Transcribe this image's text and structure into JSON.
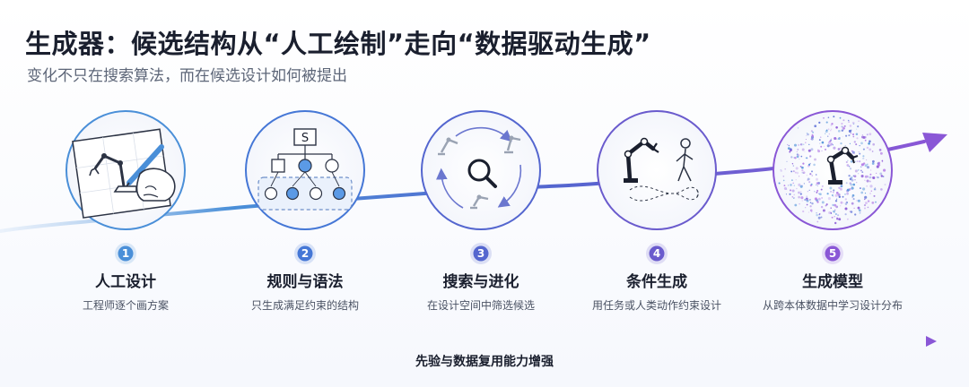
{
  "header": {
    "title": "生成器：候选结构从“人工绘制”走向“数据驱动生成”",
    "subtitle": "变化不只在搜索算法，而在候选设计如何被提出"
  },
  "colors": {
    "stage1": "#4a8fd8",
    "stage2": "#4577d6",
    "stage3": "#5466cf",
    "stage4": "#6a5bcd",
    "stage5": "#8a57d6",
    "text_dark": "#1a1f2e",
    "text_muted": "#5d6678"
  },
  "stages": [
    {
      "number": "1",
      "label": "人工设计",
      "desc": "工程师逐个画方案",
      "icon": "hand-drawing-robot-icon"
    },
    {
      "number": "2",
      "label": "规则与语法",
      "desc": "只生成满足约束的结构",
      "icon": "grammar-tree-icon",
      "root_label": "S"
    },
    {
      "number": "3",
      "label": "搜索与进化",
      "desc": "在设计空间中筛选候选",
      "icon": "search-cycle-icon"
    },
    {
      "number": "4",
      "label": "条件生成",
      "desc": "用任务或人类动作约束设计",
      "icon": "robot-human-motion-icon"
    },
    {
      "number": "5",
      "label": "生成模型",
      "desc": "从跨本体数据中学习设计分布",
      "icon": "generative-particle-robot-icon"
    }
  ],
  "footer": {
    "axis_label": "先验与数据复用能力增强"
  }
}
